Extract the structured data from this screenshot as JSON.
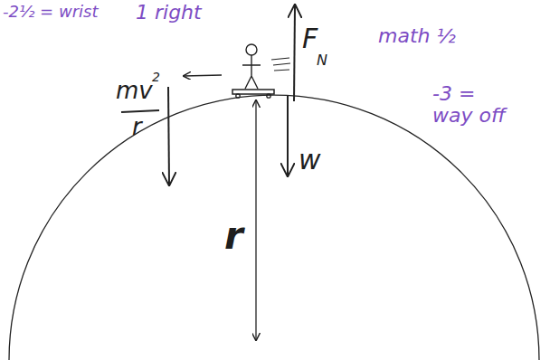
{
  "diagram": {
    "labels": [
      "-2½ = wrist",
      "1 right",
      "math ½",
      "-3 = way off",
      "F",
      "N",
      "w",
      "r",
      "mv",
      "2",
      "r"
    ]
  }
}
